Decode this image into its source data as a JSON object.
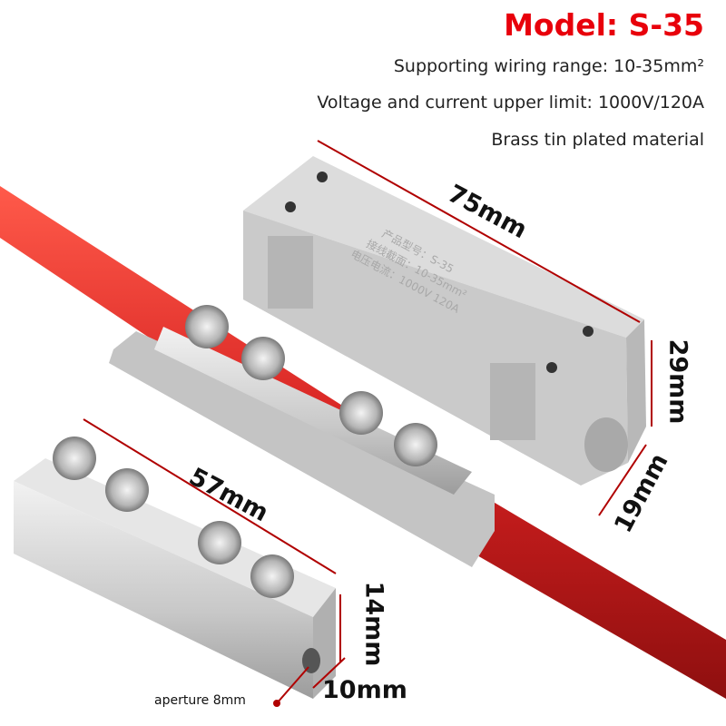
{
  "header": {
    "model": "Model: S-35",
    "specs": [
      "Supporting wiring range: 10-35mm²",
      "Voltage and current upper limit: 1000V/120A",
      "Brass tin plated material"
    ]
  },
  "cover_embossing": [
    "产品型号：S-35",
    "接线截面：10-35mm²",
    "电压电流：1000V 120A"
  ],
  "dimensions": {
    "cover_length": "75mm",
    "cover_height": "29mm",
    "cover_width": "19mm",
    "bar_length": "57mm",
    "bar_height": "14mm",
    "bar_width": "10mm",
    "aperture": "aperture 8mm"
  },
  "colors": {
    "accent": "#e8000b",
    "cable": "#d42020",
    "housing": "#c9c9c9",
    "dimension_line": "#b00000"
  }
}
